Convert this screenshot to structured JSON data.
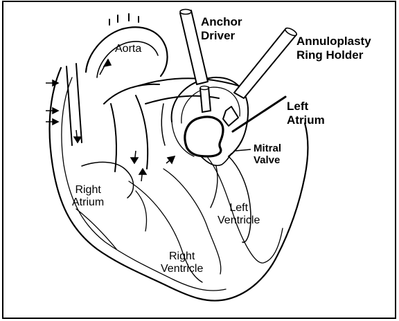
{
  "labels": {
    "aorta": "Aorta",
    "anchor_driver": "Anchor\nDriver",
    "annuloplasty_ring_holder": "Annuloplasty\nRing Holder",
    "left_atrium": "Left\nAtrium",
    "mitral_valve": "Mitral\nValve",
    "right_atrium": "Right\nAtrium",
    "left_ventricle": "Left\nVentricle",
    "right_ventricle": "Right\nVentricle"
  },
  "colors": {
    "line": "#000000",
    "background": "#ffffff",
    "shadow": "#d8d8d8"
  }
}
